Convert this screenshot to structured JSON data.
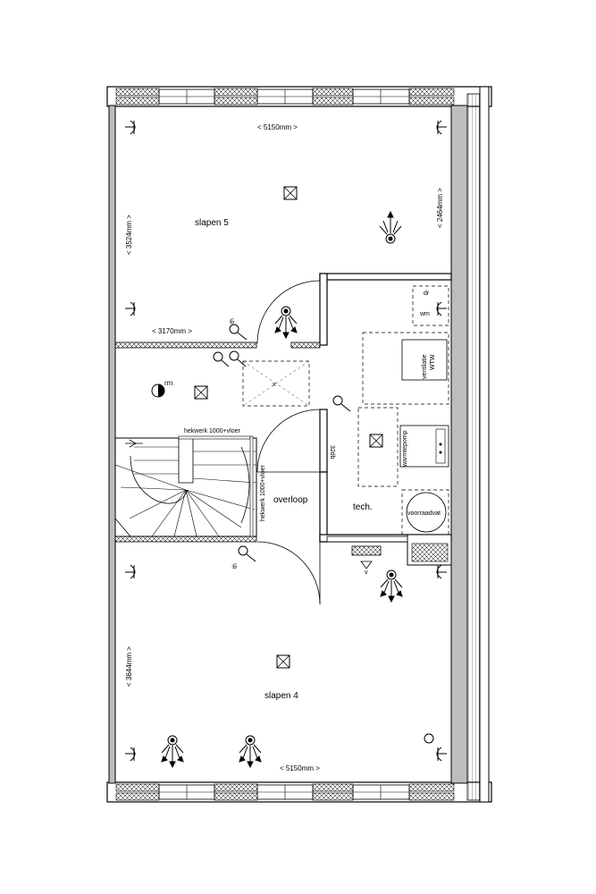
{
  "rooms": {
    "slapen5": "slapen 5",
    "slapen4": "slapen 4",
    "overloop": "overloop",
    "tech": "tech."
  },
  "dimensions": {
    "top_width": "< 5150mm >",
    "bottom_width": "< 5150mm >",
    "left_top": "< 3524mm >",
    "left_bottom": "< 3644mm >",
    "right_top": "< 2464mm >",
    "mid_width": "< 3170mm >"
  },
  "labels": {
    "hekwerk_h": "hekwerk 1000+vloer",
    "hekwerk_v": "hekwerk 1000+vloer",
    "rm": "rm",
    "th_top": "th",
    "th_bottom": "th",
    "dr": "dr",
    "wm": "wm",
    "ventilatie": "ventilatie",
    "wtw": "WTW",
    "warmtepomp": "warmtepomp",
    "voorraadvat": "voorraadvat",
    "door_32db": "32db",
    "v": "v"
  },
  "colors": {
    "wall": "#000000",
    "hatch": "#000000",
    "gray_wall": "#bdbdbd"
  }
}
